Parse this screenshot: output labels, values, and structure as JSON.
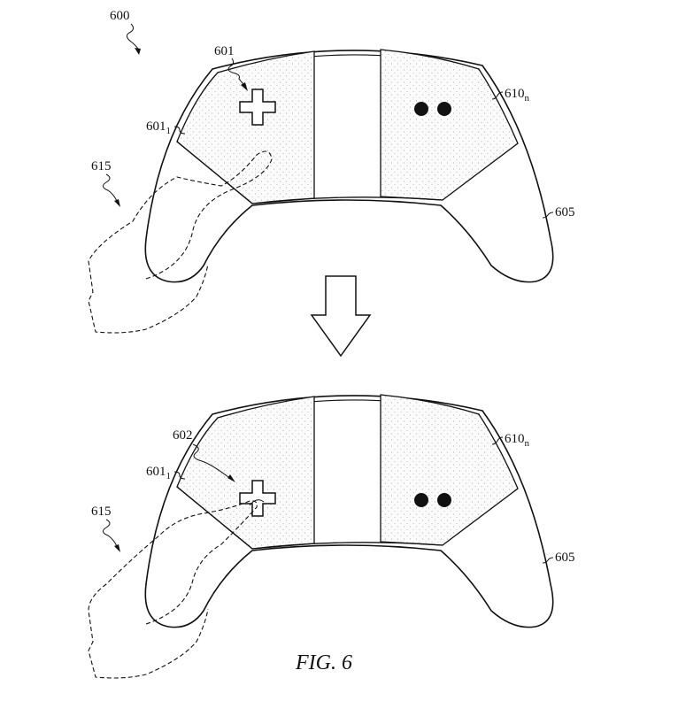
{
  "figure": {
    "title": "FIG. 6",
    "ref_figure": "600"
  },
  "top_view": {
    "labels": {
      "button": "601",
      "region": "601",
      "region_sub": "1",
      "region_right": "610",
      "region_right_sub": "n",
      "finger": "615",
      "body": "605"
    }
  },
  "bottom_view": {
    "labels": {
      "button": "602",
      "region": "601",
      "region_sub": "1",
      "region_right": "610",
      "region_right_sub": "n",
      "finger": "615",
      "body": "605"
    }
  },
  "colors": {
    "line": "#111111",
    "stipple": "#9a9a9a"
  }
}
